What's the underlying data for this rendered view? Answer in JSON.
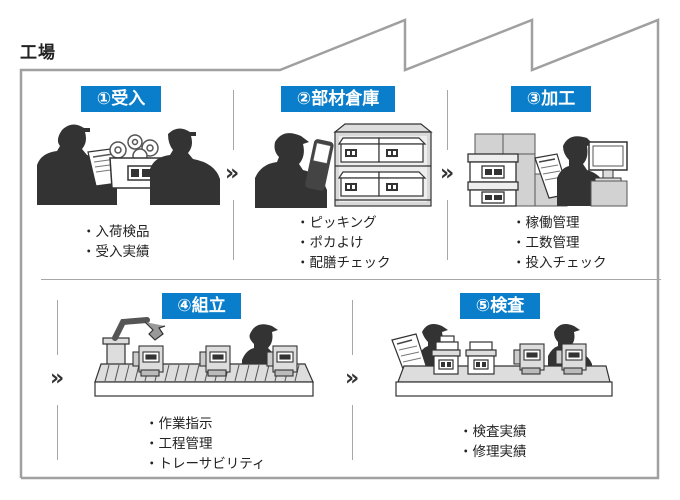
{
  "title": "工場",
  "colors": {
    "label_bg": "#0a7ecb",
    "label_text": "#ffffff",
    "frame_line": "#a0a0a0",
    "silhouette": "#333333",
    "equipment_fill": "#d3d3d3"
  },
  "arrow_glyph": "»",
  "steps": [
    {
      "label": "①受入",
      "illustration": "two-workers-inspecting-parts-box-icon",
      "bullets": [
        "入荷検品",
        "受入実績"
      ]
    },
    {
      "label": "②部材倉庫",
      "illustration": "worker-with-handheld-scanner-at-shelf-icon",
      "bullets": [
        "ピッキング",
        "ポカよけ",
        "配膳チェック"
      ]
    },
    {
      "label": "③加工",
      "illustration": "worker-at-machine-with-monitor-icon",
      "bullets": [
        "稼働管理",
        "工数管理",
        "投入チェック"
      ]
    },
    {
      "label": "④組立",
      "illustration": "robot-arm-conveyor-assembly-icon",
      "bullets": [
        "作業指示",
        "工程管理",
        "トレーサビリティ"
      ]
    },
    {
      "label": "⑤検査",
      "illustration": "inspection-bench-workers-icon",
      "bullets": [
        "検査実績",
        "修理実績"
      ]
    }
  ]
}
